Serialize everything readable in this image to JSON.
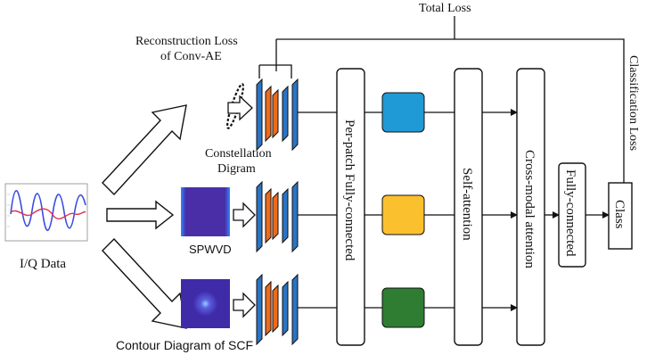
{
  "labels": {
    "total_loss": "Total Loss",
    "reconstruction_loss_line1": "Reconstruction Loss",
    "reconstruction_loss_line2": "of Conv-AE",
    "classification_loss": "Classification Loss",
    "constellation_line1": "Constellation",
    "constellation_line2": "Digram",
    "spwvd": "SPWVD",
    "scf": "Contour Diagram of SCF",
    "iq_data": "I/Q  Data",
    "per_patch": "Per-patch Fully-connected",
    "self_attention": "Self-attention",
    "cross_modal": "Cross-modal attention",
    "fully_connected": "Fully-connected",
    "class": "Class"
  },
  "colors": {
    "encoder_blue": "#2a74c4",
    "encoder_orange": "#ef6a1a",
    "feature_blue": "#1f9ad6",
    "feature_yellow": "#fbc02d",
    "feature_green": "#2e7d32",
    "spwvd_purple": "#4a2ea8",
    "scf_purple": "#3f2ba8"
  }
}
